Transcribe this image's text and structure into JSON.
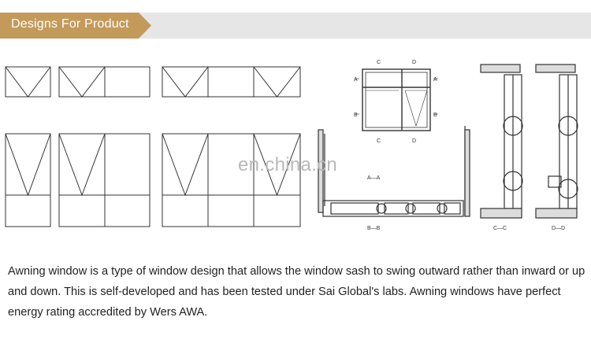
{
  "header": {
    "title": "Designs For Product"
  },
  "watermark": "en.china.cn",
  "drawing_labels": {
    "section_aa": "A—A",
    "section_bb": "B—B",
    "section_cc": "C—C",
    "section_dd": "D—D",
    "mark_a": "A",
    "mark_b": "B",
    "mark_c": "C",
    "mark_d": "D"
  },
  "description": "Awning window is a type of window design that allows the window sash to swing outward rather than inward or up and down. This is self-developed and has been tested under Sai Global's labs. Awning windows have perfect energy rating accredited by Wers AWA."
}
